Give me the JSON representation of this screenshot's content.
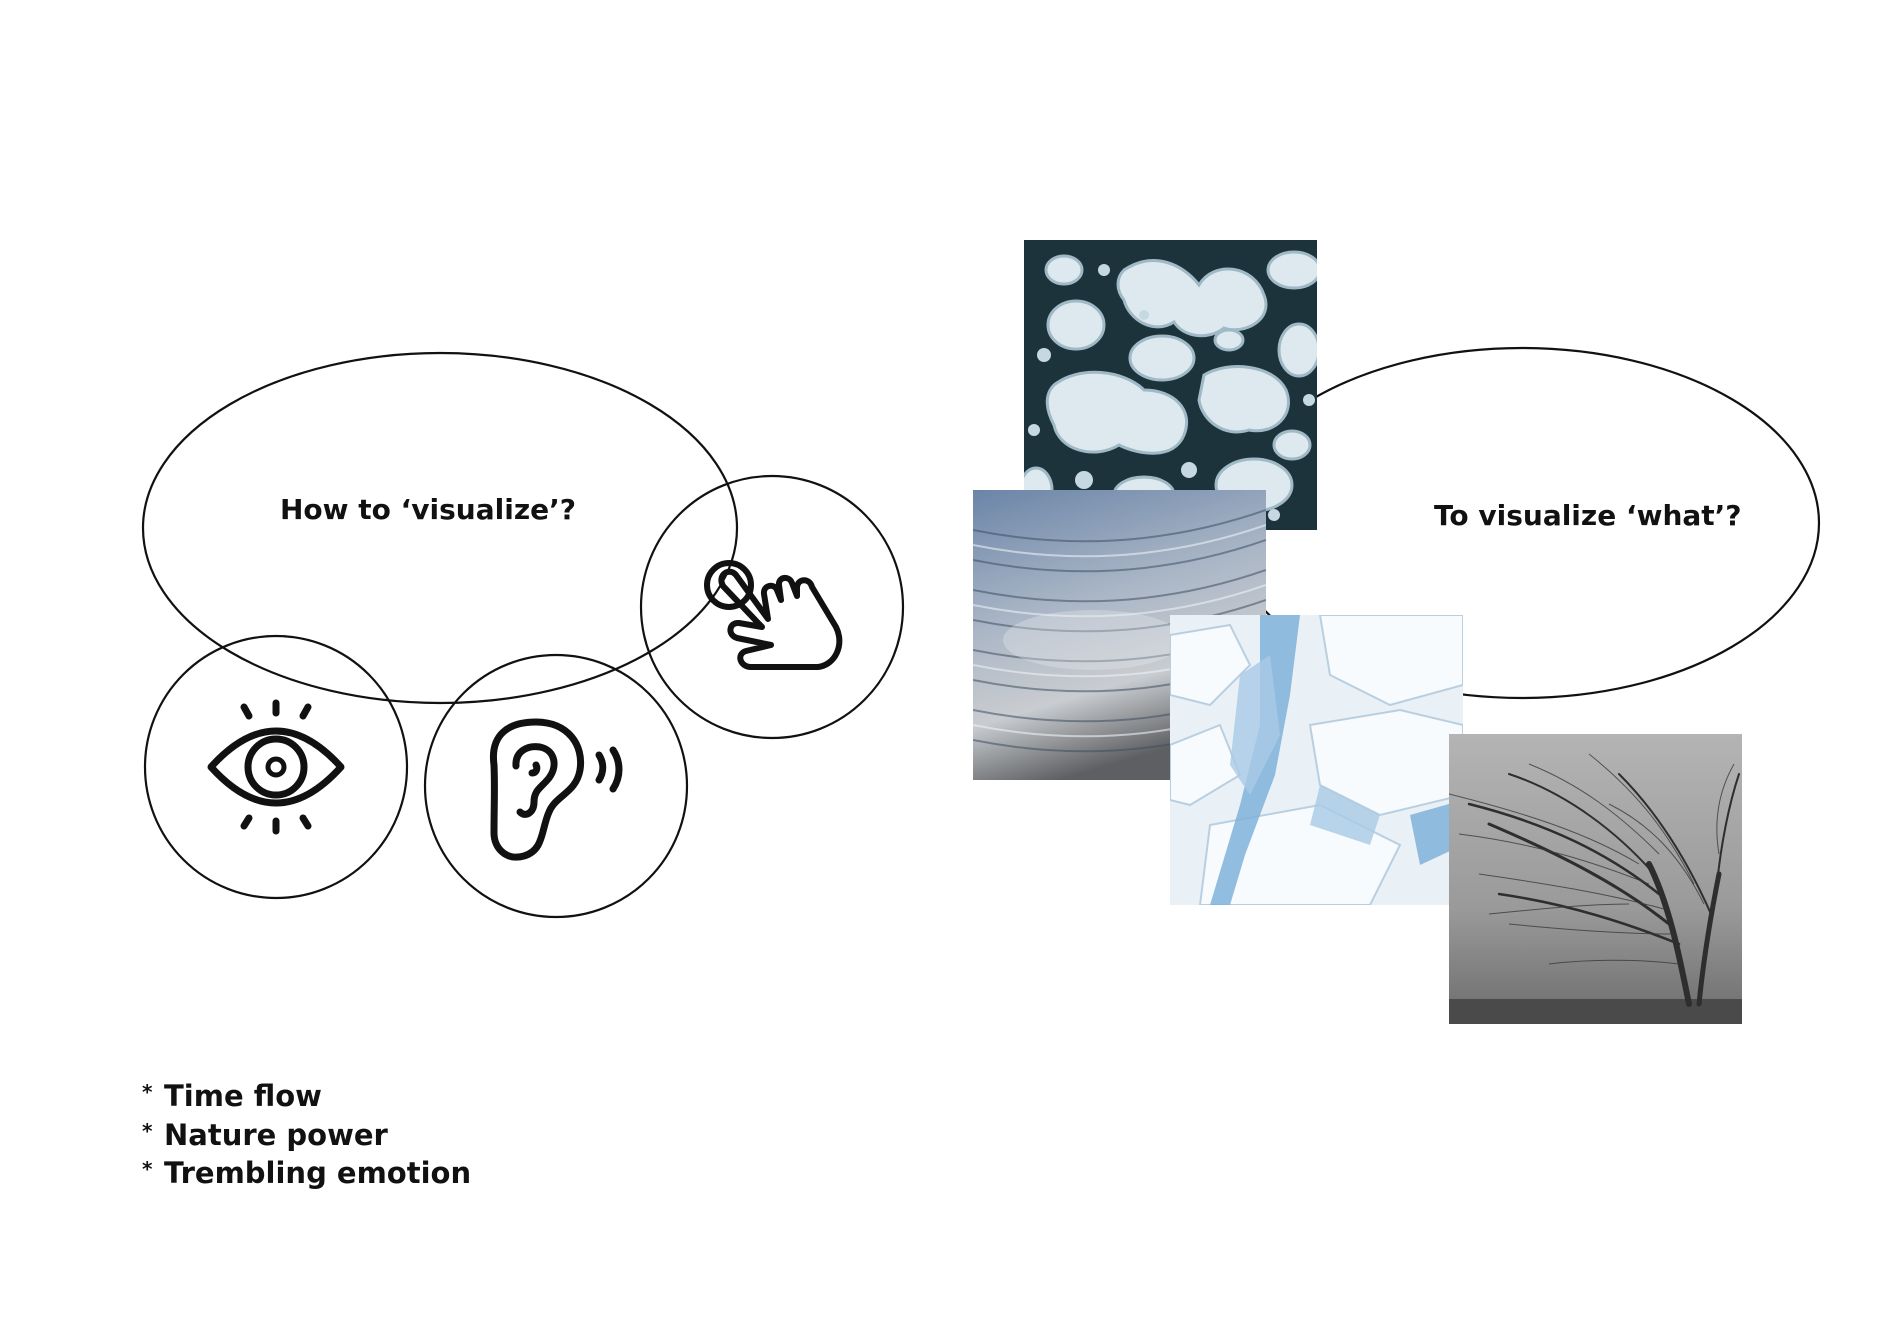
{
  "diagram": {
    "left_question": "How to ‘visualize’?",
    "right_question": "To visualize ‘what’?",
    "sense_icons": [
      "eye-icon",
      "ear-icon",
      "hand-pointer-icon"
    ],
    "photos": [
      "ice-bubbles",
      "water-ripples",
      "glacier-crevasse",
      "wind-blown-tree"
    ],
    "bullet_marker": "*",
    "bullets": [
      "Time flow",
      "Nature power",
      "Trembling emotion"
    ]
  }
}
